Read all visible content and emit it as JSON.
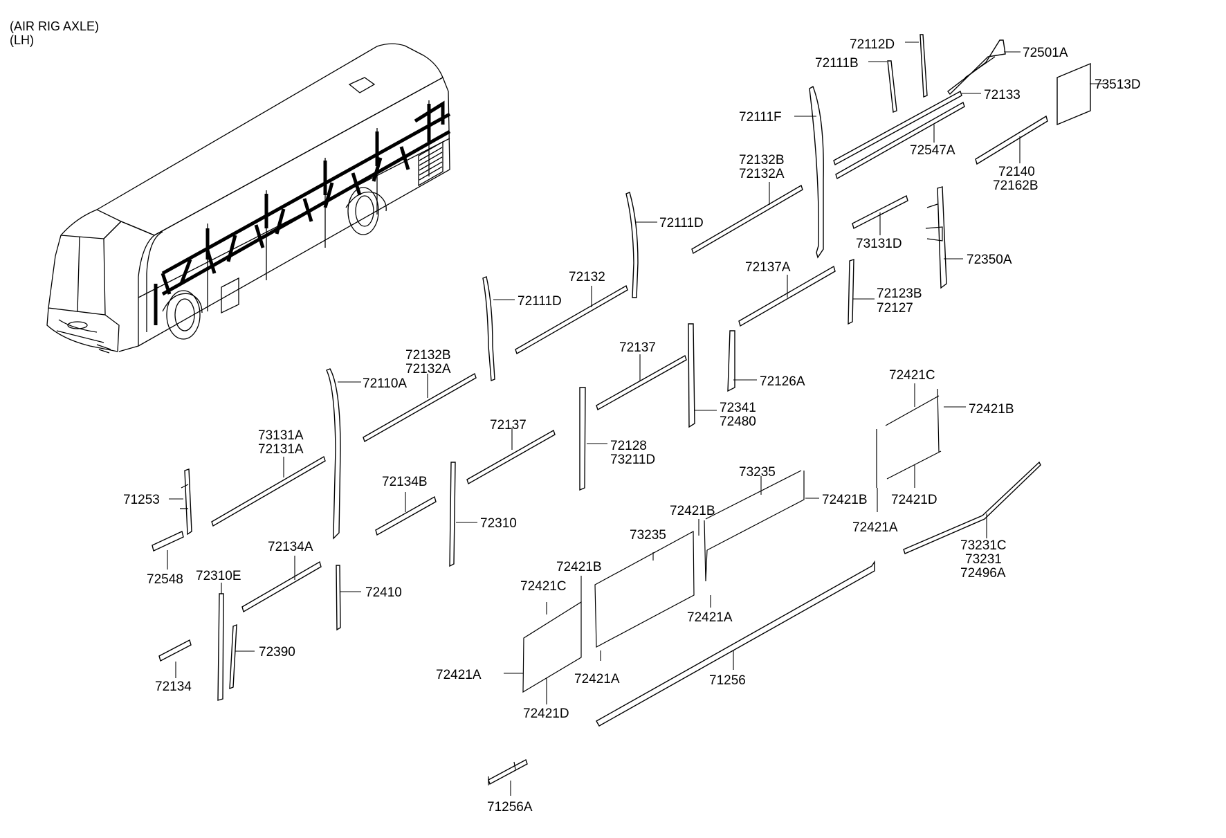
{
  "header": {
    "line1": "(AIR RIG AXLE)",
    "line2": "(LH)"
  },
  "labels": {
    "p72112D": "72112D",
    "p72501A": "72501A",
    "p72111B": "72111B",
    "p73513D": "73513D",
    "p72133": "72133",
    "p72111F": "72111F",
    "p72547A": "72547A",
    "p72132B_1": "72132B",
    "p72132A_1": "72132A",
    "p72140": "72140",
    "p72162B": "72162B",
    "p72111D_1": "72111D",
    "p73131D": "73131D",
    "p72350A": "72350A",
    "p72132": "72132",
    "p72137A": "72137A",
    "p72111D_2": "72111D",
    "p72123B": "72123B",
    "p72127": "72127",
    "p72132B_2": "72132B",
    "p72132A_2": "72132A",
    "p72110A": "72110A",
    "p72137_1": "72137",
    "p72126A": "72126A",
    "p72421C_1": "72421C",
    "p72421B_1": "72421B",
    "p72341": "72341",
    "p72480": "72480",
    "p73131A": "73131A",
    "p72131A": "72131A",
    "p72137_2": "72137",
    "p72128": "72128",
    "p73211D": "73211D",
    "p73235_1": "73235",
    "p72421B_2": "72421B",
    "p72421D_1": "72421D",
    "p71253": "71253",
    "p72134B": "72134B",
    "p72310": "72310",
    "p72421B_3": "72421B",
    "p72421A_1": "72421A",
    "p73235_2": "73235",
    "p73231C": "73231C",
    "p73231": "73231",
    "p72496A": "72496A",
    "p72548": "72548",
    "p72134A": "72134A",
    "p72310E": "72310E",
    "p72421B_4": "72421B",
    "p72410": "72410",
    "p72421C_2": "72421C",
    "p72421A_2": "72421A",
    "p72390": "72390",
    "p72421A_3": "72421A",
    "p72421A_4": "72421A",
    "p71256": "71256",
    "p72134": "72134",
    "p72421D_2": "72421D",
    "p71256A": "71256A"
  }
}
